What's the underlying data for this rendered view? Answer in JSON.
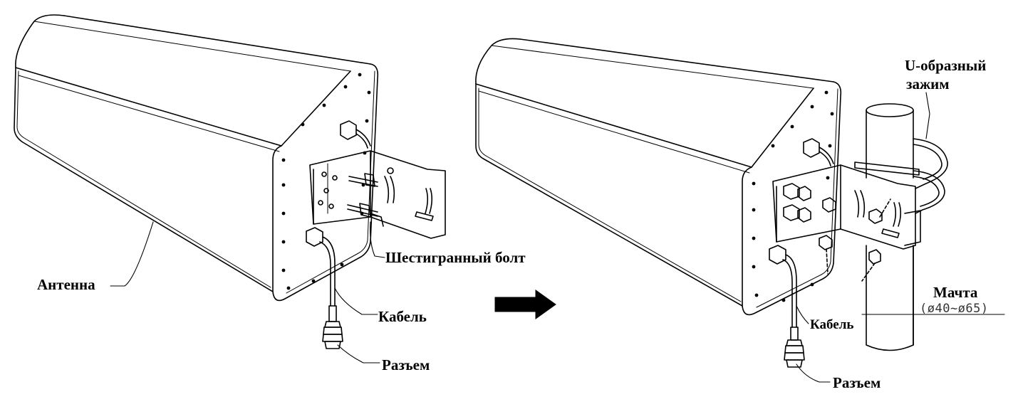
{
  "left_view": {
    "labels": {
      "antenna": "Антенна",
      "hex_bolt": "Шестигранный болт",
      "cable": "Кабель",
      "connector": "Разъем"
    }
  },
  "right_view": {
    "labels": {
      "u_clamp_line1": "U-образный",
      "u_clamp_line2": "зажим",
      "mast": "Мачта",
      "mast_diameter": "(ø40~ø65)",
      "cable": "Кабель",
      "connector": "Разъем"
    }
  },
  "icons": {
    "transition_arrow": "right-arrow-icon"
  },
  "colors": {
    "line": "#000000",
    "background": "#ffffff"
  }
}
